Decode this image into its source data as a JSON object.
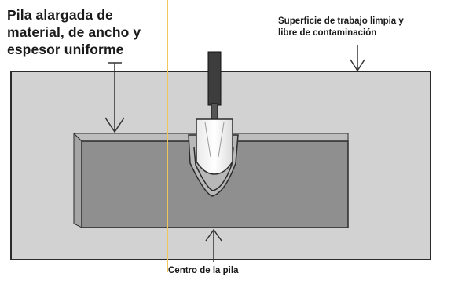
{
  "labels": {
    "pile_description": "Pila alargada de\nmaterial, de ancho y\nespesor uniforme",
    "work_surface": "Superficie de trabajo limpia y\nlibre de contaminación",
    "pile_center": "Centro de la pila"
  },
  "colors": {
    "work_surface_fill": "#d2d2d2",
    "pile_front": "#8f8f8f",
    "pile_top": "#bdbdbd",
    "outline": "#2b2b2b",
    "probe_handle": "#3d3d3d",
    "center_line": "#f0c85a"
  },
  "icons": [
    "arrow-down-icon",
    "arrow-up-icon",
    "sampling-probe-icon"
  ]
}
